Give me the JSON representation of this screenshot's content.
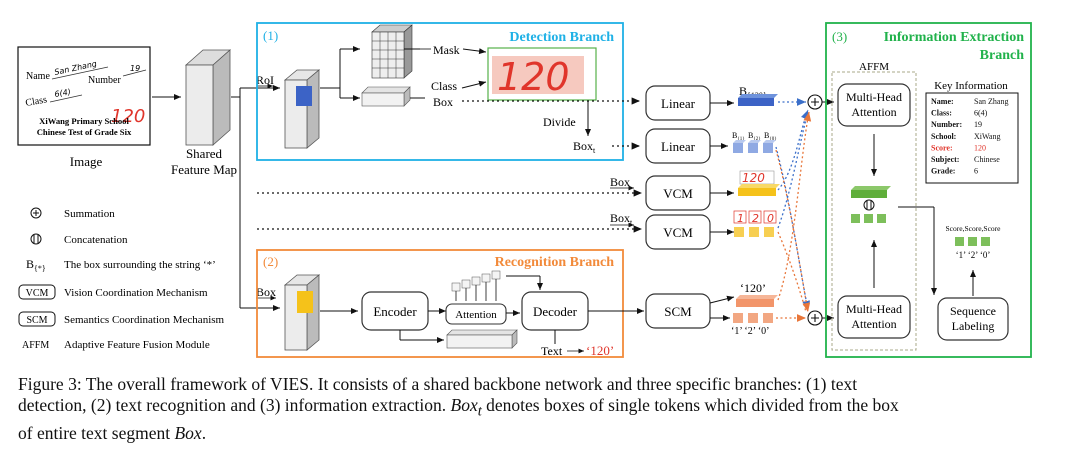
{
  "image_card": {
    "name_label": "Name",
    "name_value": "San Zhang",
    "number_label": "Number",
    "number_value": "19",
    "class_label": "Class",
    "class_value": "6(4)",
    "score": "120",
    "school_line": "XiWang Primary School",
    "test_line": "Chinese Test of Grade Six"
  },
  "labels": {
    "image": "Image",
    "shared_1": "Shared",
    "shared_2": "Feature Map",
    "roi": "RoI",
    "mask": "Mask",
    "class": "Class",
    "box": "Box",
    "divide": "Divide",
    "box_t_main": "Box",
    "box_t_sub": "t",
    "box_vcm1": "Box",
    "box_vcm2_main": "Box",
    "box_vcm2_sub": "t",
    "box_recog": "Box",
    "b120_main": "B",
    "b120_sub": "{120}",
    "b1": "B",
    "b1_sub": "{1}",
    "b2": "B",
    "b2_sub": "{2}",
    "b0": "B",
    "b0_sub": "{0}",
    "score_vcm": "120",
    "d1": "1",
    "d2": "2",
    "d0": "0",
    "scm_top": "‘120’",
    "scm_bot": "‘1’ ‘2’ ‘0’",
    "text_prefix": "Text",
    "text_value": "‘120’",
    "score_triplet": "Score,Score,Score",
    "score_digits": "‘1’ ‘2’ ‘0’"
  },
  "branches": {
    "detection": {
      "number": "(1)",
      "title": "Detection Branch",
      "color": "#1fb1e6"
    },
    "recognition": {
      "number": "(2)",
      "title": "Recognition Branch",
      "color": "#f28a3a"
    },
    "extraction": {
      "number": "(3)",
      "title_1": "Information Extraction",
      "title_2": "Branch",
      "color": "#21b24b"
    }
  },
  "boxes": {
    "linear_1": "Linear",
    "linear_2": "Linear",
    "vcm_1": "VCM",
    "vcm_2": "VCM",
    "scm": "SCM",
    "encoder": "Encoder",
    "attention": "Attention",
    "decoder": "Decoder",
    "affm": "AFFM",
    "mha_top_1": "Multi-Head",
    "mha_top_2": "Attention",
    "mha_bot_1": "Multi-Head",
    "mha_bot_2": "Attention",
    "seq_1": "Sequence",
    "seq_2": "Labeling"
  },
  "key_info": {
    "title": "Key Information",
    "rows": [
      {
        "key": "Name:",
        "value": "San Zhang",
        "highlight": false
      },
      {
        "key": "Class:",
        "value": "6(4)",
        "highlight": false
      },
      {
        "key": "Number:",
        "value": "19",
        "highlight": false
      },
      {
        "key": "School:",
        "value": "XiWang",
        "highlight": false
      },
      {
        "key": "Score:",
        "value": "120",
        "highlight": true
      },
      {
        "key": "Subject:",
        "value": "Chinese",
        "highlight": false
      },
      {
        "key": "Grade:",
        "value": "6",
        "highlight": false
      }
    ]
  },
  "legend": [
    {
      "symbol": "summation",
      "text": "Summation"
    },
    {
      "symbol": "concatenation",
      "text": "Concatenation"
    },
    {
      "symbol": "B_{*}",
      "text": "The box surrounding the string ‘*’"
    },
    {
      "symbol": "VCM",
      "text": "Vision Coordination Mechanism"
    },
    {
      "symbol": "SCM",
      "text": "Semantics Coordination Mechanism"
    },
    {
      "symbol": "AFFM",
      "text": "Adaptive Feature Fusion Module"
    }
  ],
  "legend_b_main": "B",
  "legend_b_sub": "{*}",
  "caption": {
    "line1": "Figure 3: The overall framework of VIES. It consists of a shared backbone network and three specific branches: (1) text",
    "line2a": "detection, (2) text recognition and (3) information extraction. ",
    "line2_var": "Box",
    "line2_sub": "t",
    "line2b": " denotes boxes of single tokens which divided from the box",
    "line3a": "of entire text segment ",
    "line3_var": "Box",
    "line3b": "."
  },
  "colors": {
    "blue_arrow": "#3b6fc9",
    "orange_arrow": "#e8763a",
    "red_ink": "#e0352b",
    "yellow": "#f5c21a",
    "green_block": "#5fae3a",
    "orange_block": "#f2956a"
  }
}
